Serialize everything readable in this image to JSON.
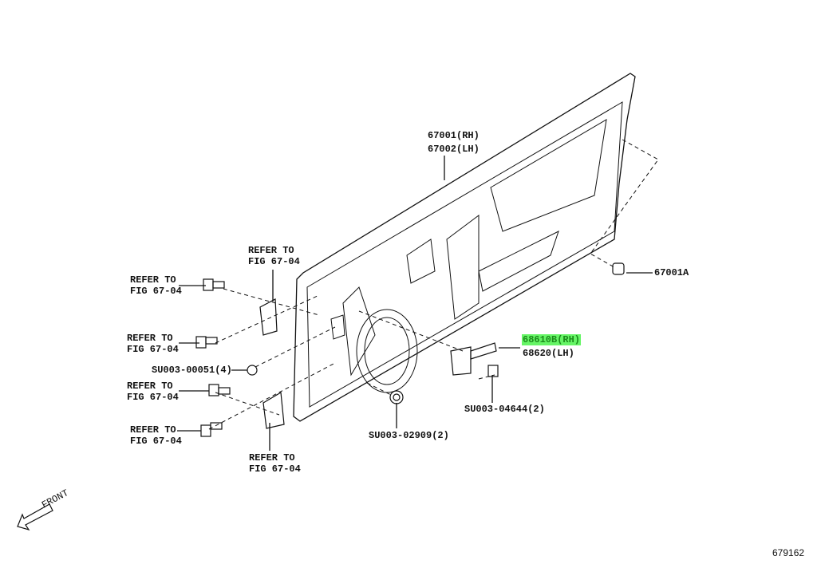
{
  "diagram": {
    "figure_number": "679162",
    "direction_label": "FRONT",
    "highlight_color": "#66f566",
    "parts": {
      "door_panel": {
        "rh": "67001(RH)",
        "lh": "67002(LH)"
      },
      "grommet": "67001A",
      "door_check": {
        "rh": "68610B(RH)",
        "lh": "68620(LH)"
      },
      "check_bolt": "SU003-04644(2)",
      "plug": "SU003-02909(2)",
      "hinge_nut": "SU003-00051(4)"
    },
    "refer": [
      {
        "line1": "REFER TO",
        "line2": "FIG 67-04"
      },
      {
        "line1": "REFER TO",
        "line2": "FIG 67-04"
      },
      {
        "line1": "REFER TO",
        "line2": "FIG 67-04"
      },
      {
        "line1": "REFER TO",
        "line2": "FIG 67-04"
      },
      {
        "line1": "REFER TO",
        "line2": "FIG 67-04"
      },
      {
        "line1": "REFER TO",
        "line2": "FIG 67-04"
      }
    ]
  }
}
